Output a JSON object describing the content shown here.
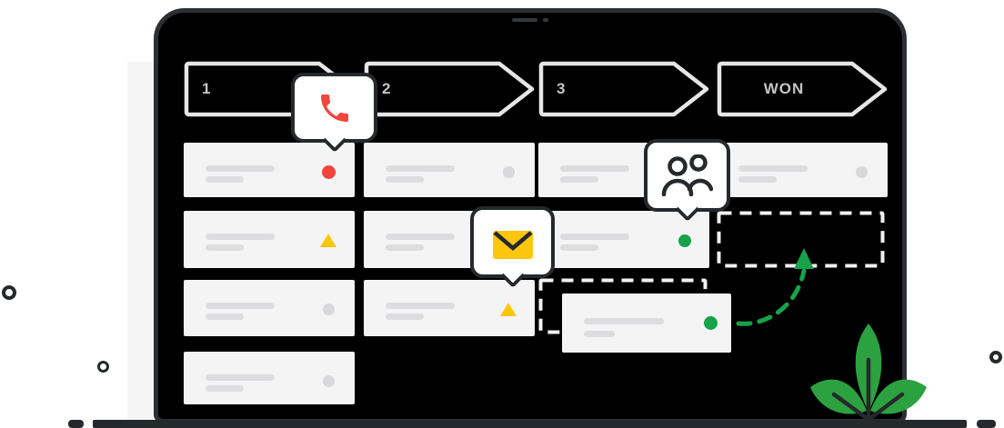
{
  "pipeline": {
    "stages": [
      {
        "label": "1"
      },
      {
        "label": "2"
      },
      {
        "label": "3"
      },
      {
        "label": "WON"
      }
    ],
    "columns": [
      {
        "stage": "1",
        "cards": [
          {
            "indicator": "red-dot"
          },
          {
            "indicator": "warning-triangle"
          },
          {
            "indicator": "gray-dot"
          },
          {
            "indicator": "gray-dot"
          }
        ]
      },
      {
        "stage": "2",
        "cards": [
          {
            "indicator": "gray-dot"
          },
          {
            "indicator": "none"
          },
          {
            "indicator": "warning-triangle"
          }
        ]
      },
      {
        "stage": "3",
        "cards": [
          {
            "indicator": "none"
          },
          {
            "indicator": "green-dot"
          },
          {
            "indicator": "green-dot",
            "state": "being-dragged"
          }
        ]
      },
      {
        "stage": "WON",
        "cards": [
          {
            "indicator": "gray-dot"
          }
        ]
      }
    ],
    "drag": {
      "from_stage": "3",
      "to_stage": "WON",
      "origin_zone": "dashed-outline",
      "target_zone": "dashed-outline",
      "arrow": "green-dashed-curved-arrow-up"
    }
  },
  "callouts": [
    {
      "name": "call-notification",
      "icon": "phone-icon"
    },
    {
      "name": "email-notification",
      "icon": "envelope-icon"
    },
    {
      "name": "contacts-notification",
      "icon": "people-icon"
    }
  ],
  "decorations": [
    "plant",
    "ring-left-large",
    "ring-left-small",
    "ring-right"
  ],
  "colors": {
    "page": "#FFFFFF",
    "screen": "#000000",
    "frame": "#2C2F33",
    "dark": "#26292C",
    "notch": "#35393D",
    "chevron": "#E6E6E8",
    "stage-label": "#C3C5C7",
    "card": "#F4F4F5",
    "card-line": "#DDDDDF",
    "gray-dot": "#D8D8DA",
    "red": "#F2453D",
    "yellow": "#FDC60E",
    "green": "#16A34A",
    "plant": "#2BA23F",
    "dash": "#F1F1F1",
    "slab": "#F5F5F6"
  }
}
